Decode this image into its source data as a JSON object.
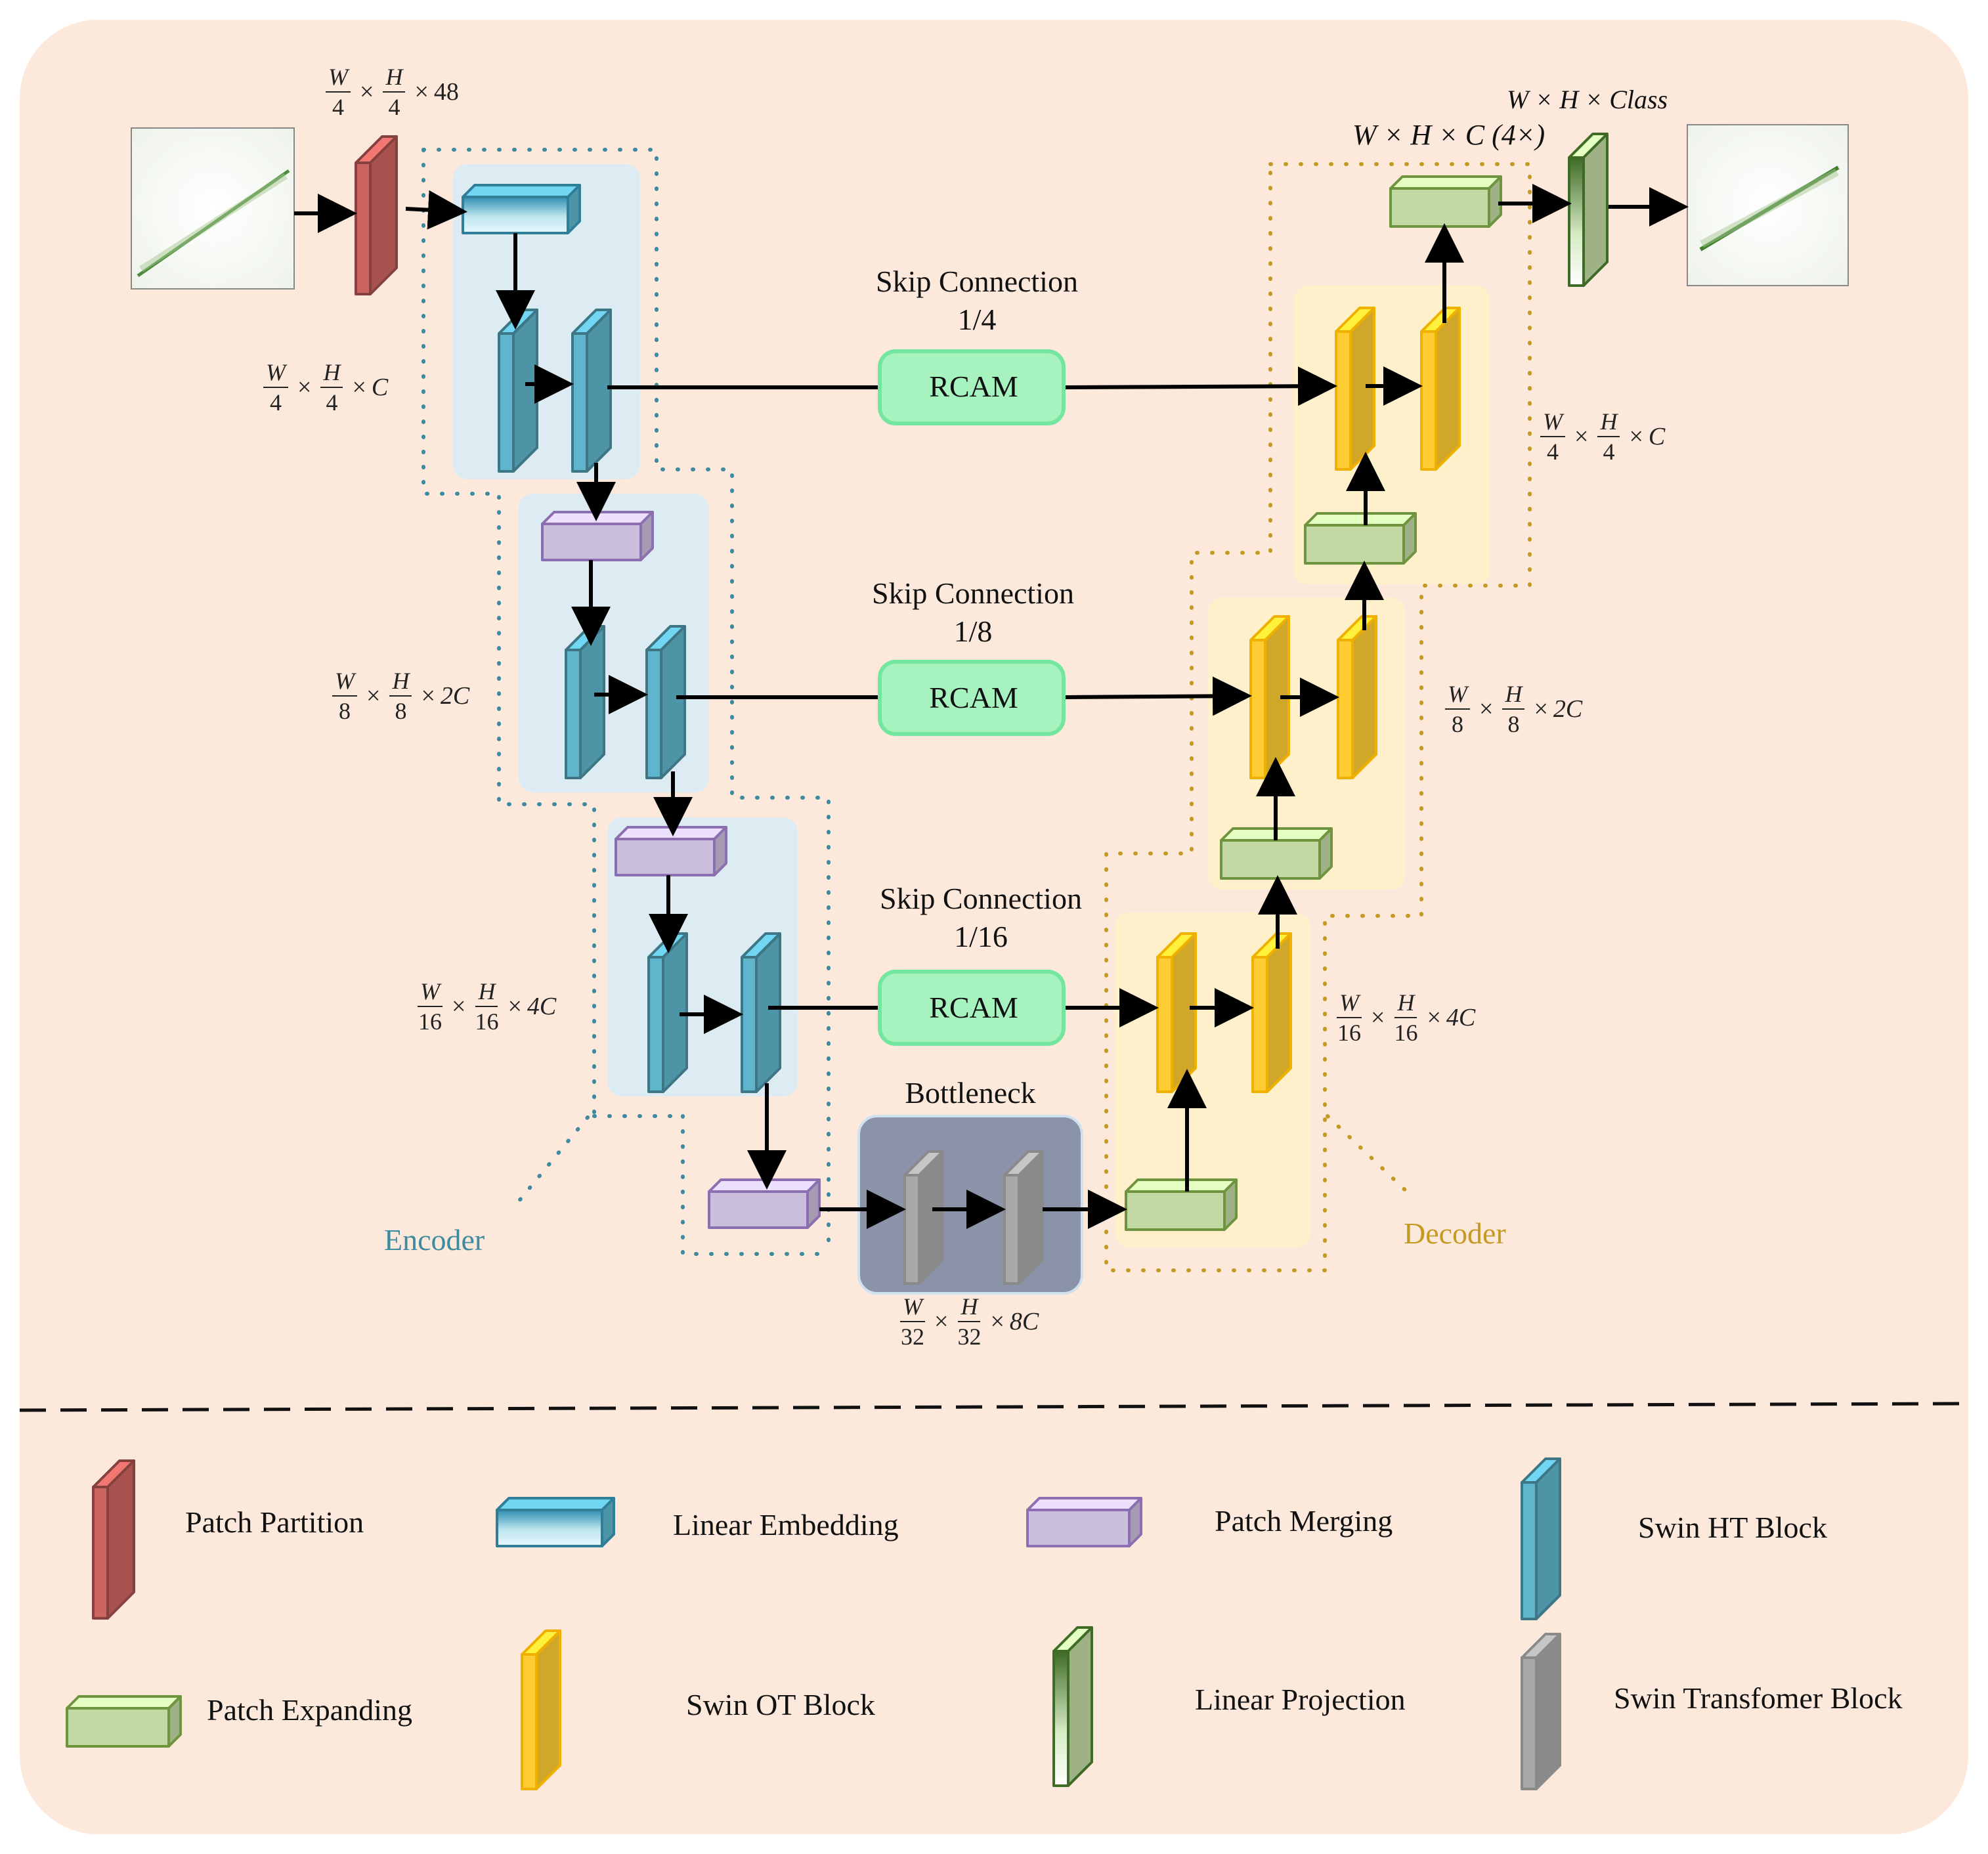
{
  "colors": {
    "background": "#fce9dc",
    "encoder_panel": "#dcecf2",
    "decoder_panel": "#fff0cc",
    "bottleneck_panel": "#8a93a7",
    "rcam_fill": "#a6f3c0",
    "rcam_stroke": "#74e6a0",
    "encoder_dots": "#3e8aa0",
    "decoder_dots": "#c49a22",
    "swin_ht": "#5fb5cc",
    "swin_ot": "#ffcc33",
    "patch_merging": "#c9bedc",
    "patch_expanding": "#c2d9a4",
    "patch_partition": "#cd6460",
    "swin_transformer": "#a8a8a8"
  },
  "skip_connections": [
    {
      "title": "Skip Connection",
      "ratio": "1/4",
      "module": "RCAM"
    },
    {
      "title": "Skip Connection",
      "ratio": "1/8",
      "module": "RCAM"
    },
    {
      "title": "Skip Connection",
      "ratio": "1/16",
      "module": "RCAM"
    }
  ],
  "bottleneck": {
    "title": "Bottleneck"
  },
  "groups": {
    "encoder": "Encoder",
    "decoder": "Decoder"
  },
  "dims": {
    "input_partition": {
      "num1": "W",
      "den1": "4",
      "num2": "H",
      "den2": "4",
      "tail": "48"
    },
    "enc1": {
      "num1": "W",
      "den1": "4",
      "num2": "H",
      "den2": "4",
      "tail": "C"
    },
    "enc2": {
      "num1": "W",
      "den1": "8",
      "num2": "H",
      "den2": "8",
      "tail": "2C"
    },
    "enc3": {
      "num1": "W",
      "den1": "16",
      "num2": "H",
      "den2": "16",
      "tail": "4C"
    },
    "bottleneck": {
      "num1": "W",
      "den1": "32",
      "num2": "H",
      "den2": "32",
      "tail": "8C"
    },
    "dec1": {
      "num1": "W",
      "den1": "4",
      "num2": "H",
      "den2": "4",
      "tail": "C"
    },
    "dec2": {
      "num1": "W",
      "den1": "8",
      "num2": "H",
      "den2": "8",
      "tail": "2C"
    },
    "dec3": {
      "num1": "W",
      "den1": "16",
      "num2": "H",
      "den2": "16",
      "tail": "4C"
    },
    "output_expand": "W × H × C (4×)",
    "output_class": "W × H × Class"
  },
  "legend": [
    {
      "label": "Patch Partition",
      "icon": "patch-partition-icon"
    },
    {
      "label": "Linear Embedding",
      "icon": "linear-embedding-icon"
    },
    {
      "label": "Patch Merging",
      "icon": "patch-merging-icon"
    },
    {
      "label": "Swin HT Block",
      "icon": "swin-ht-block-icon"
    },
    {
      "label": "Patch Expanding",
      "icon": "patch-expanding-icon"
    },
    {
      "label": "Swin OT Block",
      "icon": "swin-ot-block-icon"
    },
    {
      "label": "Linear Projection",
      "icon": "linear-projection-icon"
    },
    {
      "label": "Swin Transfomer Block",
      "icon": "swin-transformer-block-icon"
    }
  ]
}
